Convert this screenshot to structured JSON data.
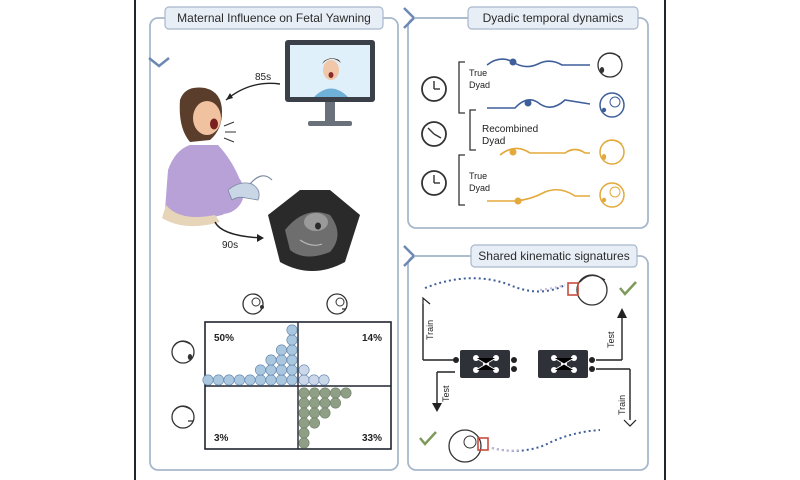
{
  "panels": {
    "maternal": {
      "title": "Maternal Influence on Fetal Yawning"
    },
    "dyadic": {
      "title": "Dyadic temporal dynamics"
    },
    "kinematic": {
      "title": "Shared kinematic signatures"
    }
  },
  "maternal": {
    "delay_video": "85s",
    "delay_ultrasound": "90s",
    "quadrants": {
      "top_left": "50%",
      "top_right": "14%",
      "bottom_left": "3%",
      "bottom_right": "33%"
    }
  },
  "dyadic": {
    "rows": [
      {
        "label_line1": "True",
        "label_line2": "Dyad",
        "color": "#3f5f9a"
      },
      {
        "label_line1": "Recombined",
        "label_line2": "Dyad",
        "color": "#3f5f9a"
      },
      {
        "label_line1": "True",
        "label_line2": "Dyad",
        "color": "#e3a93a"
      }
    ]
  },
  "kinematic": {
    "train_left": "Train",
    "test_left": "Test",
    "test_right": "Test",
    "train_right": "Train"
  },
  "colors": {
    "frame": "#9aaec6",
    "accent": "#6d89b3",
    "dot_blue": "#a9c8df",
    "dot_green": "#8f9f86",
    "check": "#7d9a5b"
  }
}
